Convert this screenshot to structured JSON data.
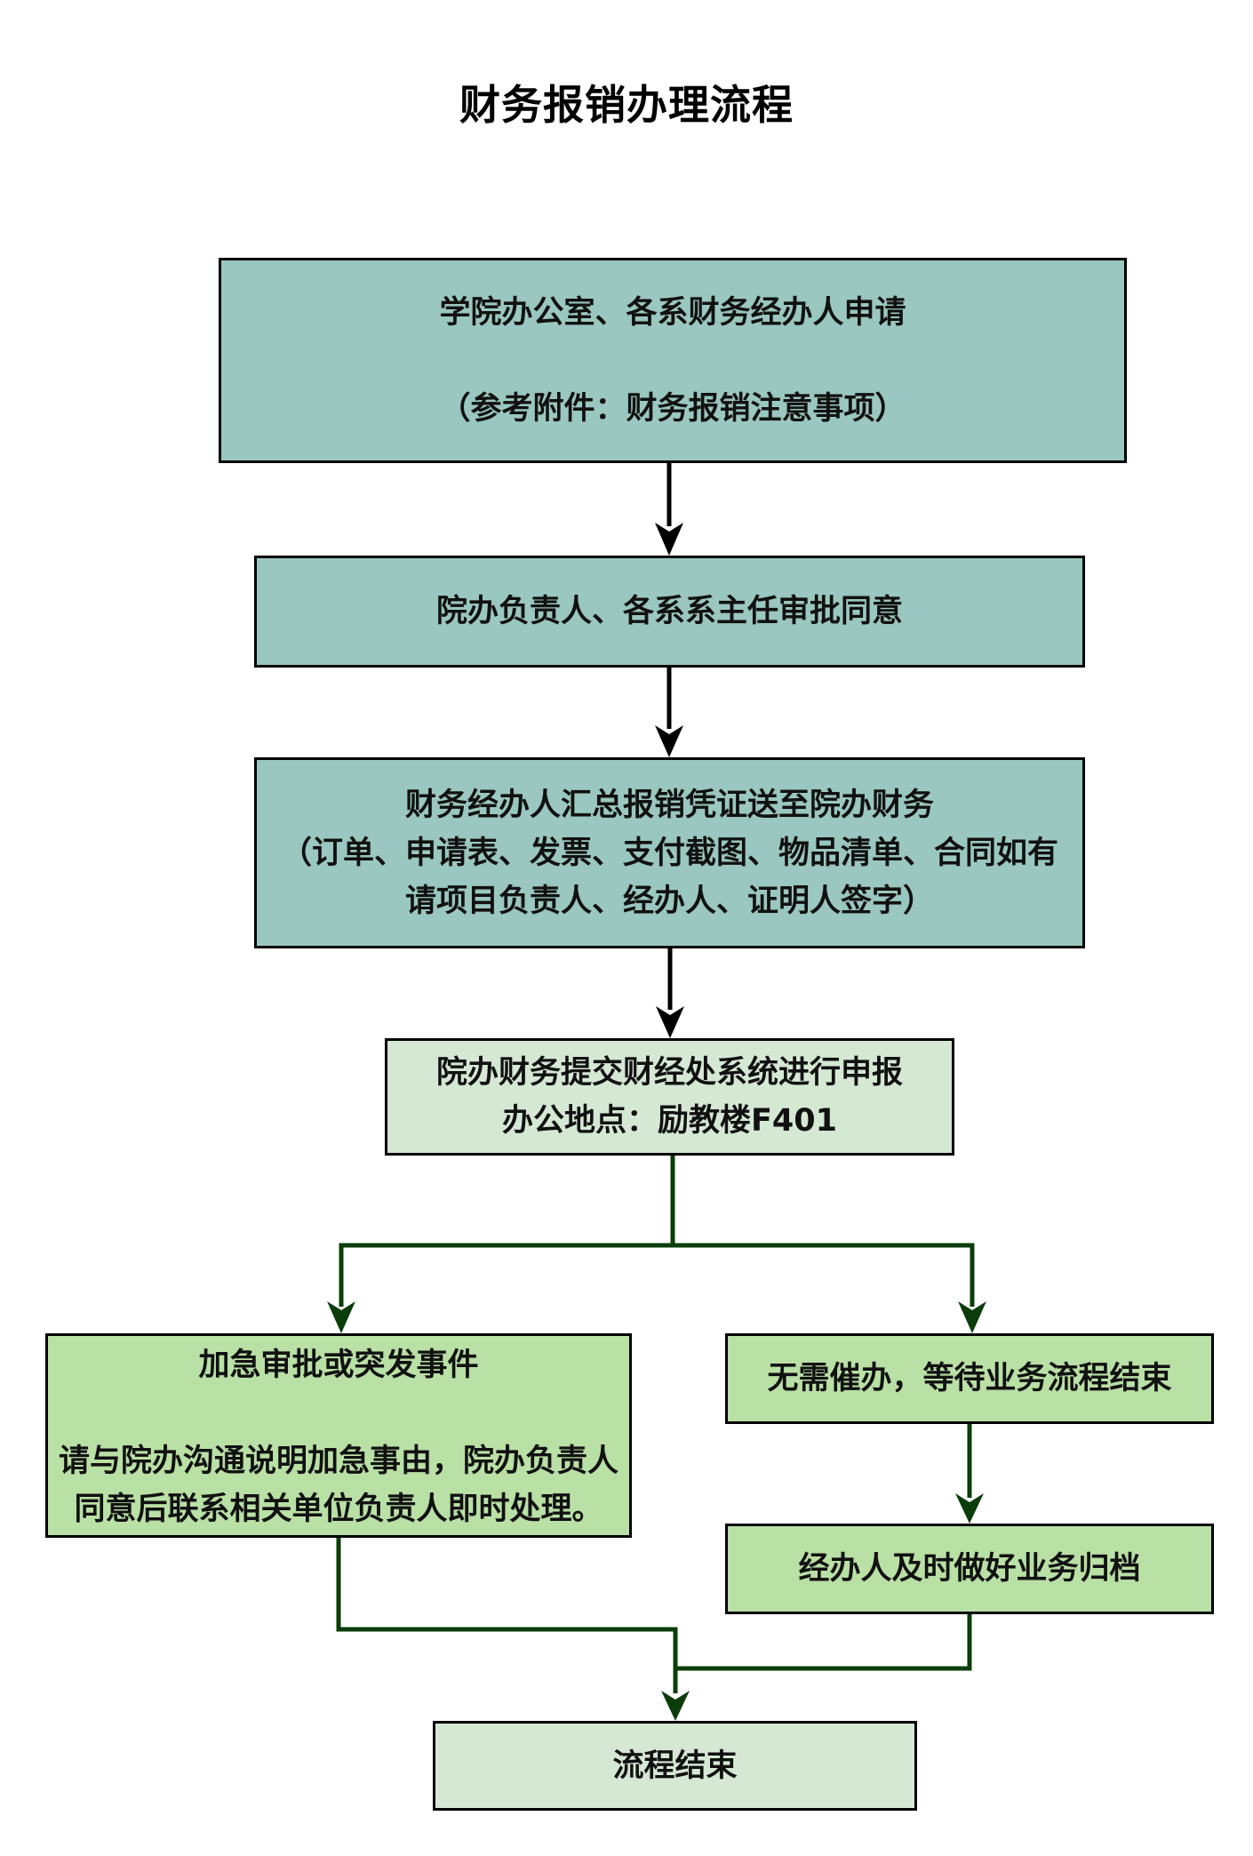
{
  "title": "财务报销办理流程",
  "colors": {
    "teal_fill": "#9ac7bf",
    "pale_green_fill": "#d5e8d4",
    "mint_fill": "#b9e0a5",
    "black_edge": "#000000",
    "green_edge": "#0b3d0b"
  },
  "nodes": {
    "apply": {
      "line1": "学院办公室、各系财务经办人申请",
      "line2": "（参考附件：财务报销注意事项）"
    },
    "approve": {
      "line1": "院办负责人、各系系主任审批同意"
    },
    "collect": {
      "line1": "财务经办人汇总报销凭证送至院办财务",
      "line2": "（订单、申请表、发票、支付截图、物品清单、合同如有",
      "line3": "请项目负责人、经办人、证明人签字）"
    },
    "submit": {
      "line1": "院办财务提交财经处系统进行申报",
      "line2": "办公地点：励教楼F401"
    },
    "urgent": {
      "heading": "加急审批或突发事件",
      "line1": "请与院办沟通说明加急事由，院办负责人",
      "line2": "同意后联系相关单位负责人即时处理。"
    },
    "wait": {
      "line1": "无需催办，等待业务流程结束"
    },
    "archive": {
      "line1": "经办人及时做好业务归档"
    },
    "end": {
      "line1": "流程结束"
    }
  },
  "edges": [
    {
      "from": "apply",
      "to": "approve"
    },
    {
      "from": "approve",
      "to": "collect"
    },
    {
      "from": "collect",
      "to": "submit"
    },
    {
      "from": "submit",
      "to": "urgent"
    },
    {
      "from": "submit",
      "to": "wait"
    },
    {
      "from": "wait",
      "to": "archive"
    },
    {
      "from": "urgent",
      "to": "end"
    },
    {
      "from": "archive",
      "to": "end"
    }
  ]
}
